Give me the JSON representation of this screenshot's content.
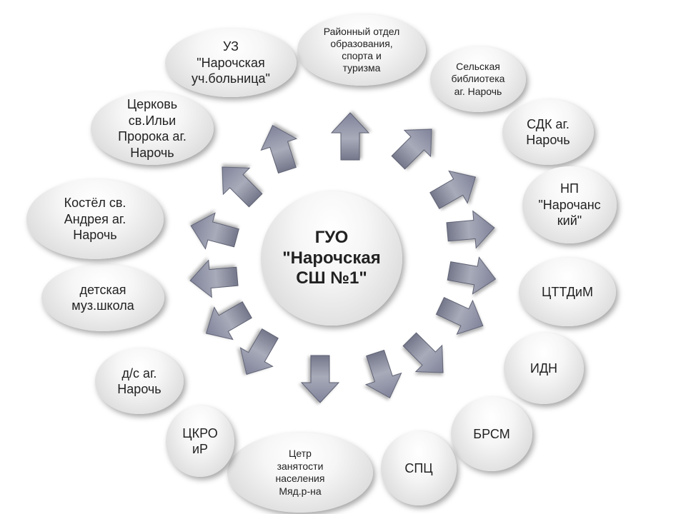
{
  "diagram": {
    "center": {
      "label": "ГУО\n\"Нарочская\nСШ №1\""
    },
    "nodes": [
      {
        "id": "rayonny-otdel",
        "label": "Районный отдел\nобразования,\nспорта и\nтуризма"
      },
      {
        "id": "selskaya-biblioteka",
        "label": "Сельская\nбиблиотека\nаг. Нарочь"
      },
      {
        "id": "sdk",
        "label": "СДК аг.\nНарочь"
      },
      {
        "id": "np-narochansky",
        "label": "НП\n\"Нарочанс\nкий\""
      },
      {
        "id": "ctt-dim",
        "label": "ЦТТДиМ"
      },
      {
        "id": "idn",
        "label": "ИДН"
      },
      {
        "id": "brsm",
        "label": "БРСМ"
      },
      {
        "id": "spc",
        "label": "СПЦ"
      },
      {
        "id": "centr-zanyatosti",
        "label": "Цетр\nзанятости\nнаселения\nМяд.р-на"
      },
      {
        "id": "ckro",
        "label": "ЦКРО\nиР"
      },
      {
        "id": "ds-naroch",
        "label": "д/с аг.\nНарочь"
      },
      {
        "id": "muz-shkola",
        "label": "детская\nмуз.школа"
      },
      {
        "id": "kostel",
        "label": "Костёл св.\nАндрея аг.\nНарочь"
      },
      {
        "id": "tserkov",
        "label": "Церковь\nсв.Ильи\nПророка аг.\nНарочь"
      },
      {
        "id": "uz-bolnica",
        "label": "УЗ\n\"Нарочская\nуч.больница\""
      }
    ],
    "colors": {
      "arrow_dark": "#74778a",
      "arrow_light": "#b8bbc8",
      "node_light": "#ffffff",
      "node_dark": "#cfcfcf",
      "text": "#222222"
    }
  }
}
